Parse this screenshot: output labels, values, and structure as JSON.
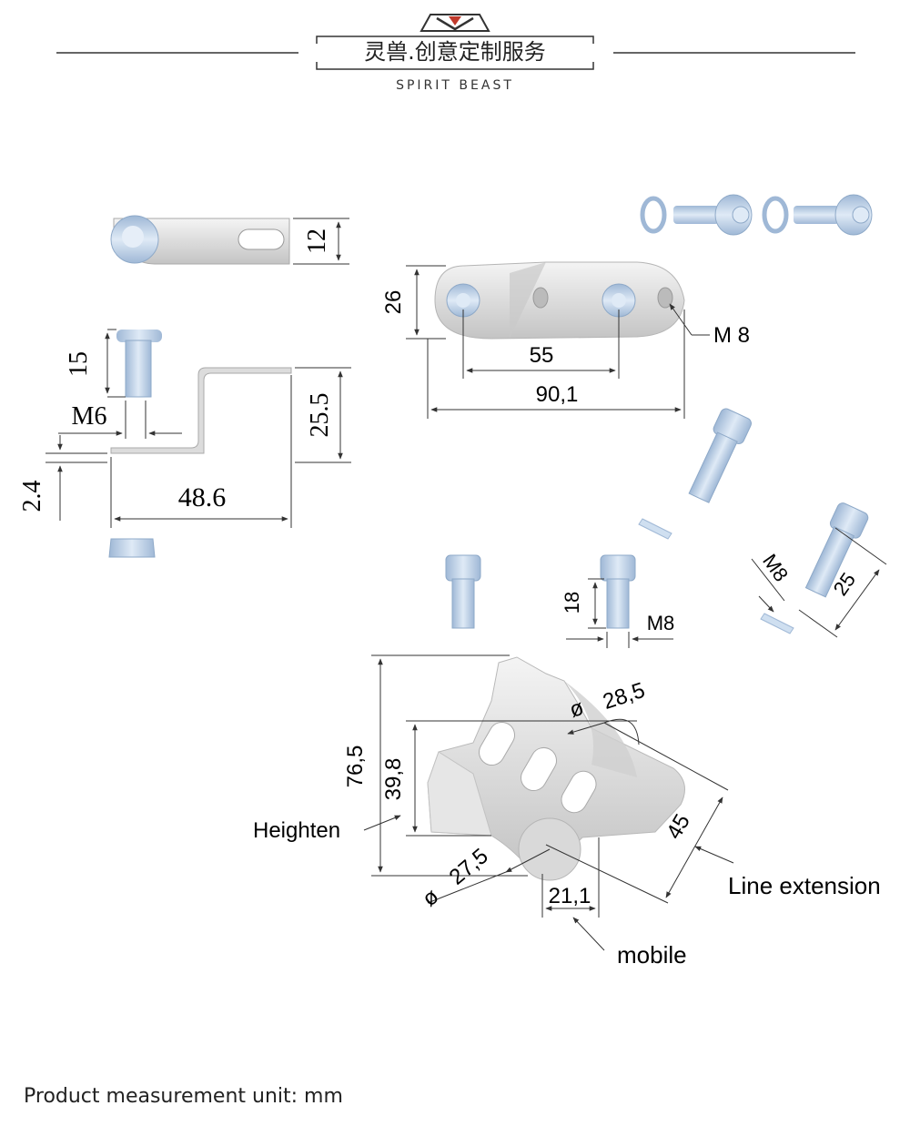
{
  "header": {
    "brand_name": "灵兽.创意定制服务",
    "brand_name_en": "SPIRIT BEAST"
  },
  "views": {
    "top_bracket": {
      "width_label": "12"
    },
    "side_bracket": {
      "bolt_length": "15",
      "bolt_thread": "M6",
      "height": "25.5",
      "thickness": "2.4",
      "length": "48.6"
    },
    "riser_top": {
      "height": "26",
      "hole_spacing": "55",
      "overall_length": "90,1",
      "bolt_label": "M 8"
    },
    "bolt_detail": {
      "length": "18",
      "thread": "M8",
      "angled_thread": "M8",
      "angled_length": "25"
    },
    "riser_side": {
      "diameter_top": "28,5",
      "total_height": "76,5",
      "riser_height": "39,8",
      "diameter_bottom": "27,5",
      "extension": "45",
      "offset": "21,1",
      "diameter_symbol": "ø",
      "label_heighten": "Heighten",
      "label_extension": "Line extension",
      "label_mobile": "mobile"
    }
  },
  "footer": {
    "unit_note": "Product measurement unit: mm"
  },
  "colors": {
    "metal": "#d9dadb",
    "metal_dark": "#b9bbbd",
    "bolt": "#bcd3ec",
    "bolt_dark": "#8ea9c8",
    "line": "#333333"
  }
}
